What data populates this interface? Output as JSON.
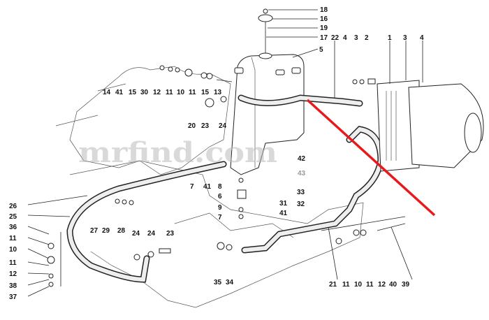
{
  "diagram": {
    "watermark": "mrfind.com",
    "callouts": [
      "18",
      "16",
      "19",
      "17",
      "22",
      "5",
      "4",
      "3",
      "2",
      "1",
      "3",
      "4",
      "14",
      "41",
      "15",
      "30",
      "12",
      "11",
      "10",
      "11",
      "15",
      "13",
      "20",
      "23",
      "24",
      "42",
      "43",
      "7",
      "41",
      "8",
      "6",
      "33",
      "31",
      "32",
      "9",
      "41",
      "7",
      "26",
      "25",
      "36",
      "11",
      "10",
      "11",
      "12",
      "38",
      "37",
      "27",
      "29",
      "28",
      "24",
      "24",
      "23",
      "35",
      "34",
      "21",
      "11",
      "10",
      "11",
      "12",
      "40",
      "39"
    ],
    "colors": {
      "strike_line": "#e8191b",
      "ink": "#222222",
      "watermark": "#bbbbbb"
    }
  }
}
